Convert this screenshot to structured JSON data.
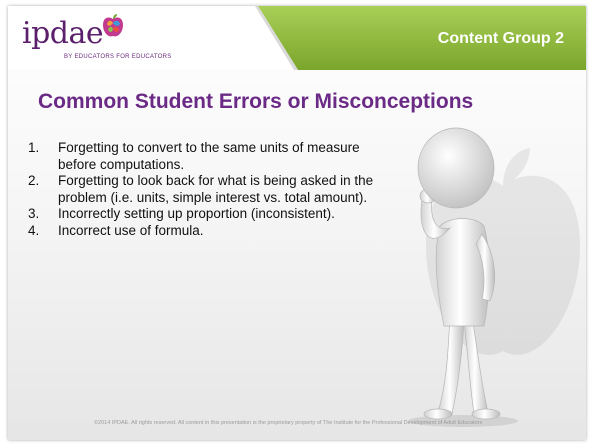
{
  "logo": {
    "name": "ipdae",
    "tagline": "BY EDUCATORS FOR EDUCATORS"
  },
  "header": {
    "group_label": "Content Group 2"
  },
  "slide": {
    "title": "Common Student Errors or Misconceptions",
    "items": [
      {
        "number": "1.",
        "text": "Forgetting to convert to the same units of measure before computations."
      },
      {
        "number": "2.",
        "text": "Forgetting to look back for what is being asked in the problem (i.e. units, simple interest vs. total amount)."
      },
      {
        "number": "3.",
        "text": "Incorrectly setting up proportion (inconsistent)."
      },
      {
        "number": "4.",
        "text": "Incorrect use of formula."
      }
    ]
  },
  "footer": {
    "copyright": "©2014 IPDAE. All rights reserved. All content in this presentation is the proprietary property of The Institute for the Professional Development of Adult Educators"
  },
  "colors": {
    "topbar": "#8dbb3c",
    "title": "#6a2a86",
    "logo": "#5c1f6b"
  },
  "icons": [
    "apple-logo-icon",
    "thinking-figure-icon",
    "apple-watermark-icon"
  ]
}
